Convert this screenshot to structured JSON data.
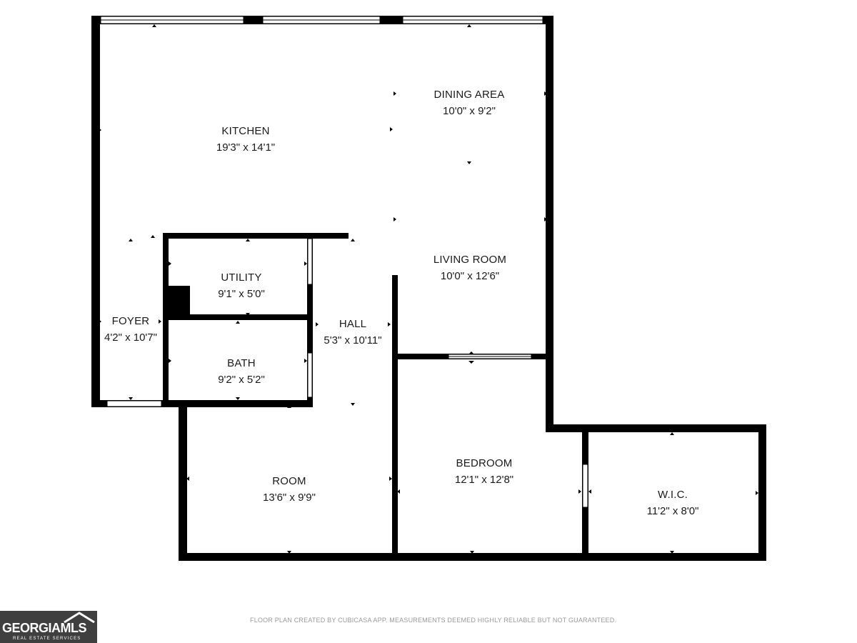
{
  "rooms": {
    "kitchen": {
      "name": "KITCHEN",
      "dim": "19'3\" x 14'1\""
    },
    "dining": {
      "name": "DINING AREA",
      "dim": "10'0\" x 9'2\""
    },
    "living": {
      "name": "LIVING ROOM",
      "dim": "10'0\" x 12'6\""
    },
    "utility": {
      "name": "UTILITY",
      "dim": "9'1\" x 5'0\""
    },
    "foyer": {
      "name": "FOYER",
      "dim": "4'2\" x 10'7\""
    },
    "hall": {
      "name": "HALL",
      "dim": "5'3\" x 10'11\""
    },
    "bath": {
      "name": "BATH",
      "dim": "9'2\" x 5'2\""
    },
    "room": {
      "name": "ROOM",
      "dim": "13'6\" x 9'9\""
    },
    "bedroom": {
      "name": "BEDROOM",
      "dim": "12'1\" x 12'8\""
    },
    "wic": {
      "name": "W.I.C.",
      "dim": "11'2\" x 8'0\""
    }
  },
  "footer": {
    "disclaimer": "FLOOR PLAN CREATED BY CUBICASA APP. MEASUREMENTS DEEMED HIGHLY RELIABLE BUT NOT GUARANTEED."
  },
  "logo": {
    "main": "GEORGIAMLS",
    "sub": "REAL ESTATE SERVICES"
  },
  "colors": {
    "wall": "#000000",
    "window": "#ffffff",
    "text": "#1a1a1a",
    "logo_bg": "#3f3f3f"
  }
}
